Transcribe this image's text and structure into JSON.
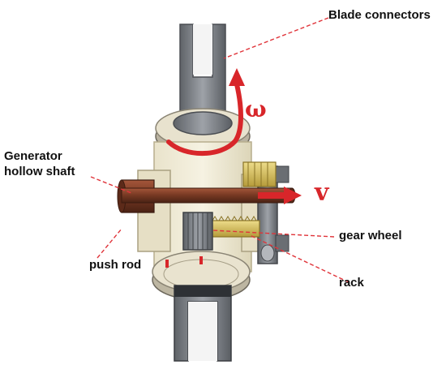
{
  "labels": {
    "blade_connectors": "Blade connectors",
    "generator_line1": "Generator",
    "generator_line2": "hollow shaft",
    "gear_wheel": "gear wheel",
    "push_rod": "push rod",
    "rack": "rack",
    "omega": "ω",
    "velocity": "v"
  },
  "colors": {
    "leader_line": "#e0343a",
    "arrow_red": "#d8262a",
    "shaft_brown": "#7a3a24",
    "body_cream": "#f1ecd8",
    "metal_grey": "#8c8f94",
    "gear_yellow": "#d9c35a"
  }
}
